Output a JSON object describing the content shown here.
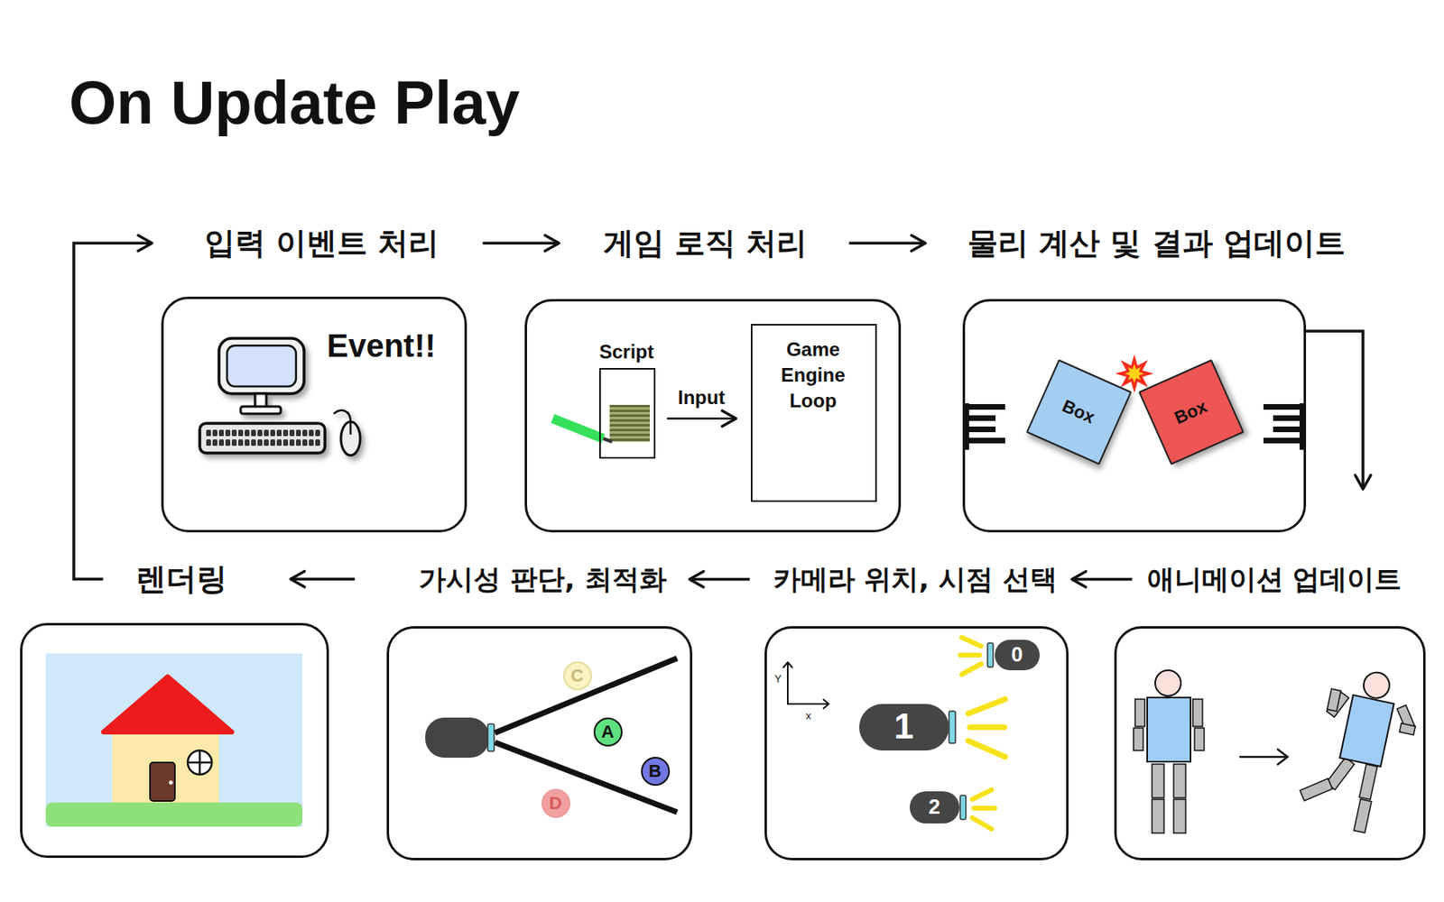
{
  "diagram": {
    "title": "On Update Play",
    "nodes": [
      {
        "text": [
          "입력 이벤트 처리",
          "Event!!"
        ]
      },
      {
        "text": [
          "게임 로직 처리"
        ]
      },
      {
        "text": [
          "Script"
        ],
        "in": 1
      },
      {
        "text": [
          "Game Engine Loop"
        ],
        "in": 1
      },
      {
        "text": [
          "물리 계산 및 결과 업데이트"
        ]
      },
      {
        "text": [
          "Box"
        ],
        "in": 4
      },
      {
        "text": [
          "Box"
        ],
        "in": 4
      },
      {
        "text": [
          "렌더링"
        ]
      },
      {
        "text": [
          "가시성 판단, 최적화"
        ]
      },
      {
        "text": [
          "C"
        ],
        "in": 8
      },
      {
        "text": [
          "A"
        ],
        "in": 8
      },
      {
        "text": [
          "B"
        ],
        "in": 8
      },
      {
        "text": [
          "D"
        ],
        "in": 8
      },
      {
        "text": [
          "카메라 위치, 시점 선택"
        ]
      },
      {
        "text": [
          "0"
        ],
        "in": 13
      },
      {
        "text": [
          "1"
        ],
        "in": 13
      },
      {
        "text": [
          "2"
        ],
        "in": 13
      },
      {
        "text": [
          "애니메이션 업데이트"
        ]
      }
    ],
    "edges": [
      {
        "from": 0,
        "to": 1,
        "arrow": "to"
      },
      {
        "from": 1,
        "to": 4,
        "arrow": "to"
      },
      {
        "from": 2,
        "to": 3,
        "label": "Input",
        "arrow": "to"
      },
      {
        "from": 4,
        "to": 17,
        "arrow": "to"
      },
      {
        "from": 17,
        "to": 13,
        "arrow": "to"
      },
      {
        "from": 13,
        "to": 8,
        "arrow": "to"
      },
      {
        "from": 8,
        "to": 7,
        "arrow": "to"
      },
      {
        "from": 7,
        "to": 0,
        "arrow": "to"
      }
    ],
    "labels": [
      "Y",
      "x"
    ]
  }
}
